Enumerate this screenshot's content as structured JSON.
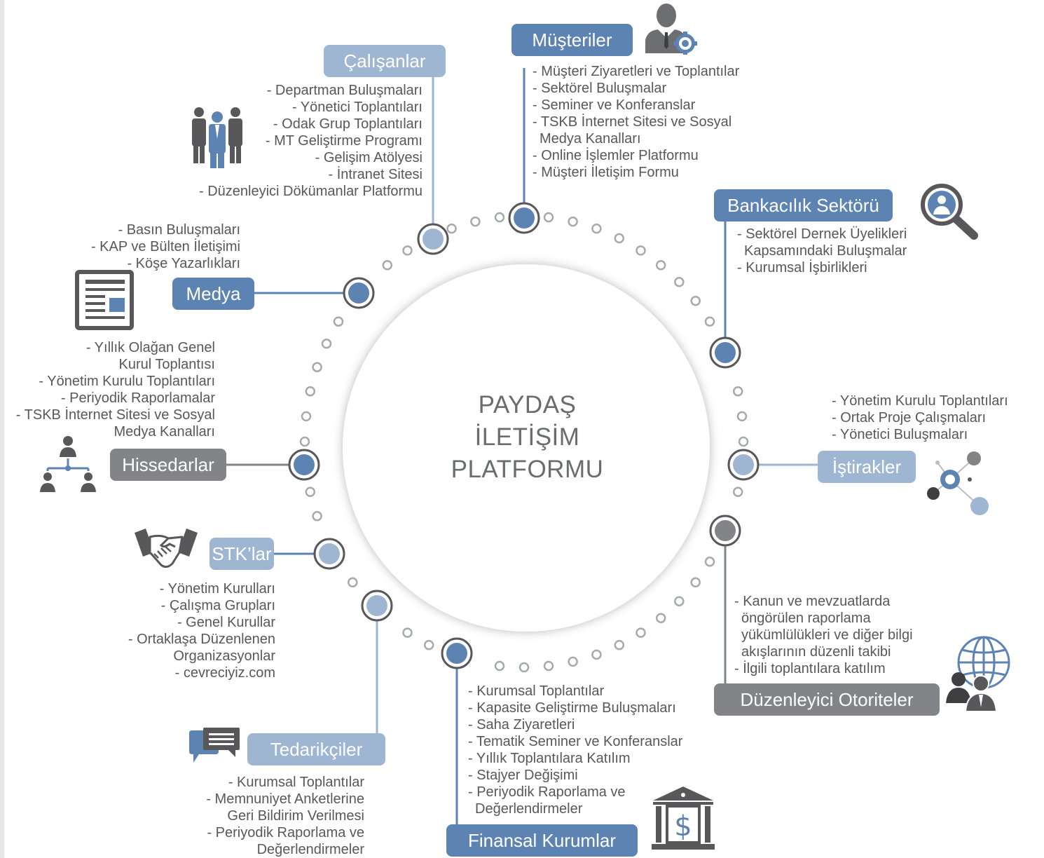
{
  "center": {
    "line1": "PAYDAŞ",
    "line2": "İLETİŞİM",
    "line3": "PLATFORMU"
  },
  "colors": {
    "dark": "#5d83b2",
    "light": "#9fb6d2",
    "gray": "#838487",
    "text": "#58585a"
  },
  "stakeholders": {
    "musteriler": {
      "label": "Müşteriler",
      "icon": "business-man-gear-icon",
      "items": [
        "- Müşteri Ziyaretleri ve Toplantılar",
        "- Sektörel Buluşmalar",
        "- Seminer ve Konferanslar",
        "- TSKB İnternet Sitesi ve Sosyal",
        "  Medya Kanalları",
        "- Online İşlemler Platformu",
        "- Müşteri İletişim Formu"
      ]
    },
    "calisanlar": {
      "label": "Çalışanlar",
      "icon": "employees-group-icon",
      "items": [
        "- Departman Buluşmaları",
        "- Yönetici Toplantıları",
        "- Odak Grup Toplantıları",
        "- MT Geliştirme Programı",
        "- Gelişim Atölyesi",
        "- İntranet Sitesi",
        "- Düzenleyici Dökümanlar Platformu"
      ]
    },
    "bankacilik": {
      "label": "Bankacılık Sektörü",
      "icon": "magnifier-person-icon",
      "items": [
        "- Sektörel Dernek Üyelikleri",
        "  Kapsamındaki Buluşmalar",
        "- Kurumsal İşbirlikleri"
      ]
    },
    "medya": {
      "label": "Medya",
      "icon": "newspaper-icon",
      "items": [
        "- Basın Buluşmaları",
        "- KAP ve Bülten İletişimi",
        "- Köşe Yazarlıkları"
      ]
    },
    "hissedarlar": {
      "label": "Hissedarlar",
      "icon": "org-chart-icon",
      "items": [
        "- Yıllık Olağan Genel",
        "Kurul Toplantısı",
        "- Yönetim Kurulu Toplantıları",
        "- Periyodik Raporlamalar",
        "- TSKB İnternet Sitesi ve Sosyal",
        "Medya Kanalları"
      ]
    },
    "istirakler": {
      "label": "İştirakler",
      "icon": "network-nodes-icon",
      "items": [
        "- Yönetim Kurulu Toplantıları",
        "- Ortak Proje Çalışmaları",
        "- Yönetici Buluşmaları"
      ]
    },
    "stk": {
      "label": "STK’lar",
      "icon": "handshake-icon",
      "items": [
        "- Yönetim Kurulları",
        "- Çalışma Grupları",
        "- Genel Kurullar",
        "- Ortaklaşa Düzenlenen",
        "Organizasyonlar",
        "- cevreciyiz.com"
      ]
    },
    "duzenleyici": {
      "label": "Düzenleyici Otoriteler",
      "icon": "globe-people-icon",
      "items": [
        "- Kanun ve mevzuatlarda",
        "  öngörülen raporlama",
        "  yükümlülükleri ve diğer bilgi",
        "  akışlarının düzenli takibi",
        "- İlgili toplantılara katılım"
      ]
    },
    "tedarikciler": {
      "label": "Tedarikçiler",
      "icon": "chat-bubbles-icon",
      "items": [
        "- Kurumsal Toplantılar",
        "- Memnuniyet Anketlerine",
        "Geri Bildirim Verilmesi",
        "- Periyodik Raporlama ve",
        "Değerlendirmeler"
      ]
    },
    "finansal": {
      "label": "Finansal Kurumlar",
      "icon": "bank-dollar-icon",
      "items": [
        "- Kurumsal Toplantılar",
        "- Kapasite Geliştirme Buluşmaları",
        "- Saha Ziyaretleri",
        "- Tematik Seminer ve Konferanslar",
        "- Yıllık Toplantılara Katılım",
        "- Stajyer Değişimi",
        "- Periyodik Raporlama ve",
        "  Değerlendirmeler"
      ]
    }
  }
}
